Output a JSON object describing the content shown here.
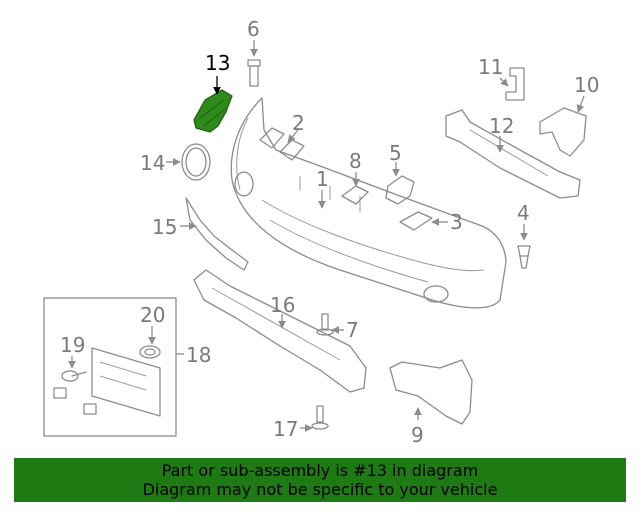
{
  "colors": {
    "highlight_part": "#2f8a1c",
    "banner": "#1e7a12",
    "line_art": "#8c8c8c"
  },
  "callouts": {
    "c1": "1",
    "c2": "2",
    "c3": "3",
    "c4": "4",
    "c5": "5",
    "c6": "6",
    "c7": "7",
    "c8": "8",
    "c9": "9",
    "c10": "10",
    "c11": "11",
    "c12": "12",
    "c13": "13",
    "c14": "14",
    "c15": "15",
    "c16": "16",
    "c17": "17",
    "c18": "18",
    "c19": "19",
    "c20": "20"
  },
  "highlighted_part": "13",
  "footer": {
    "line1": "Part or sub-assembly is #13 in diagram",
    "line2": "Diagram may not be specific to your vehicle"
  }
}
